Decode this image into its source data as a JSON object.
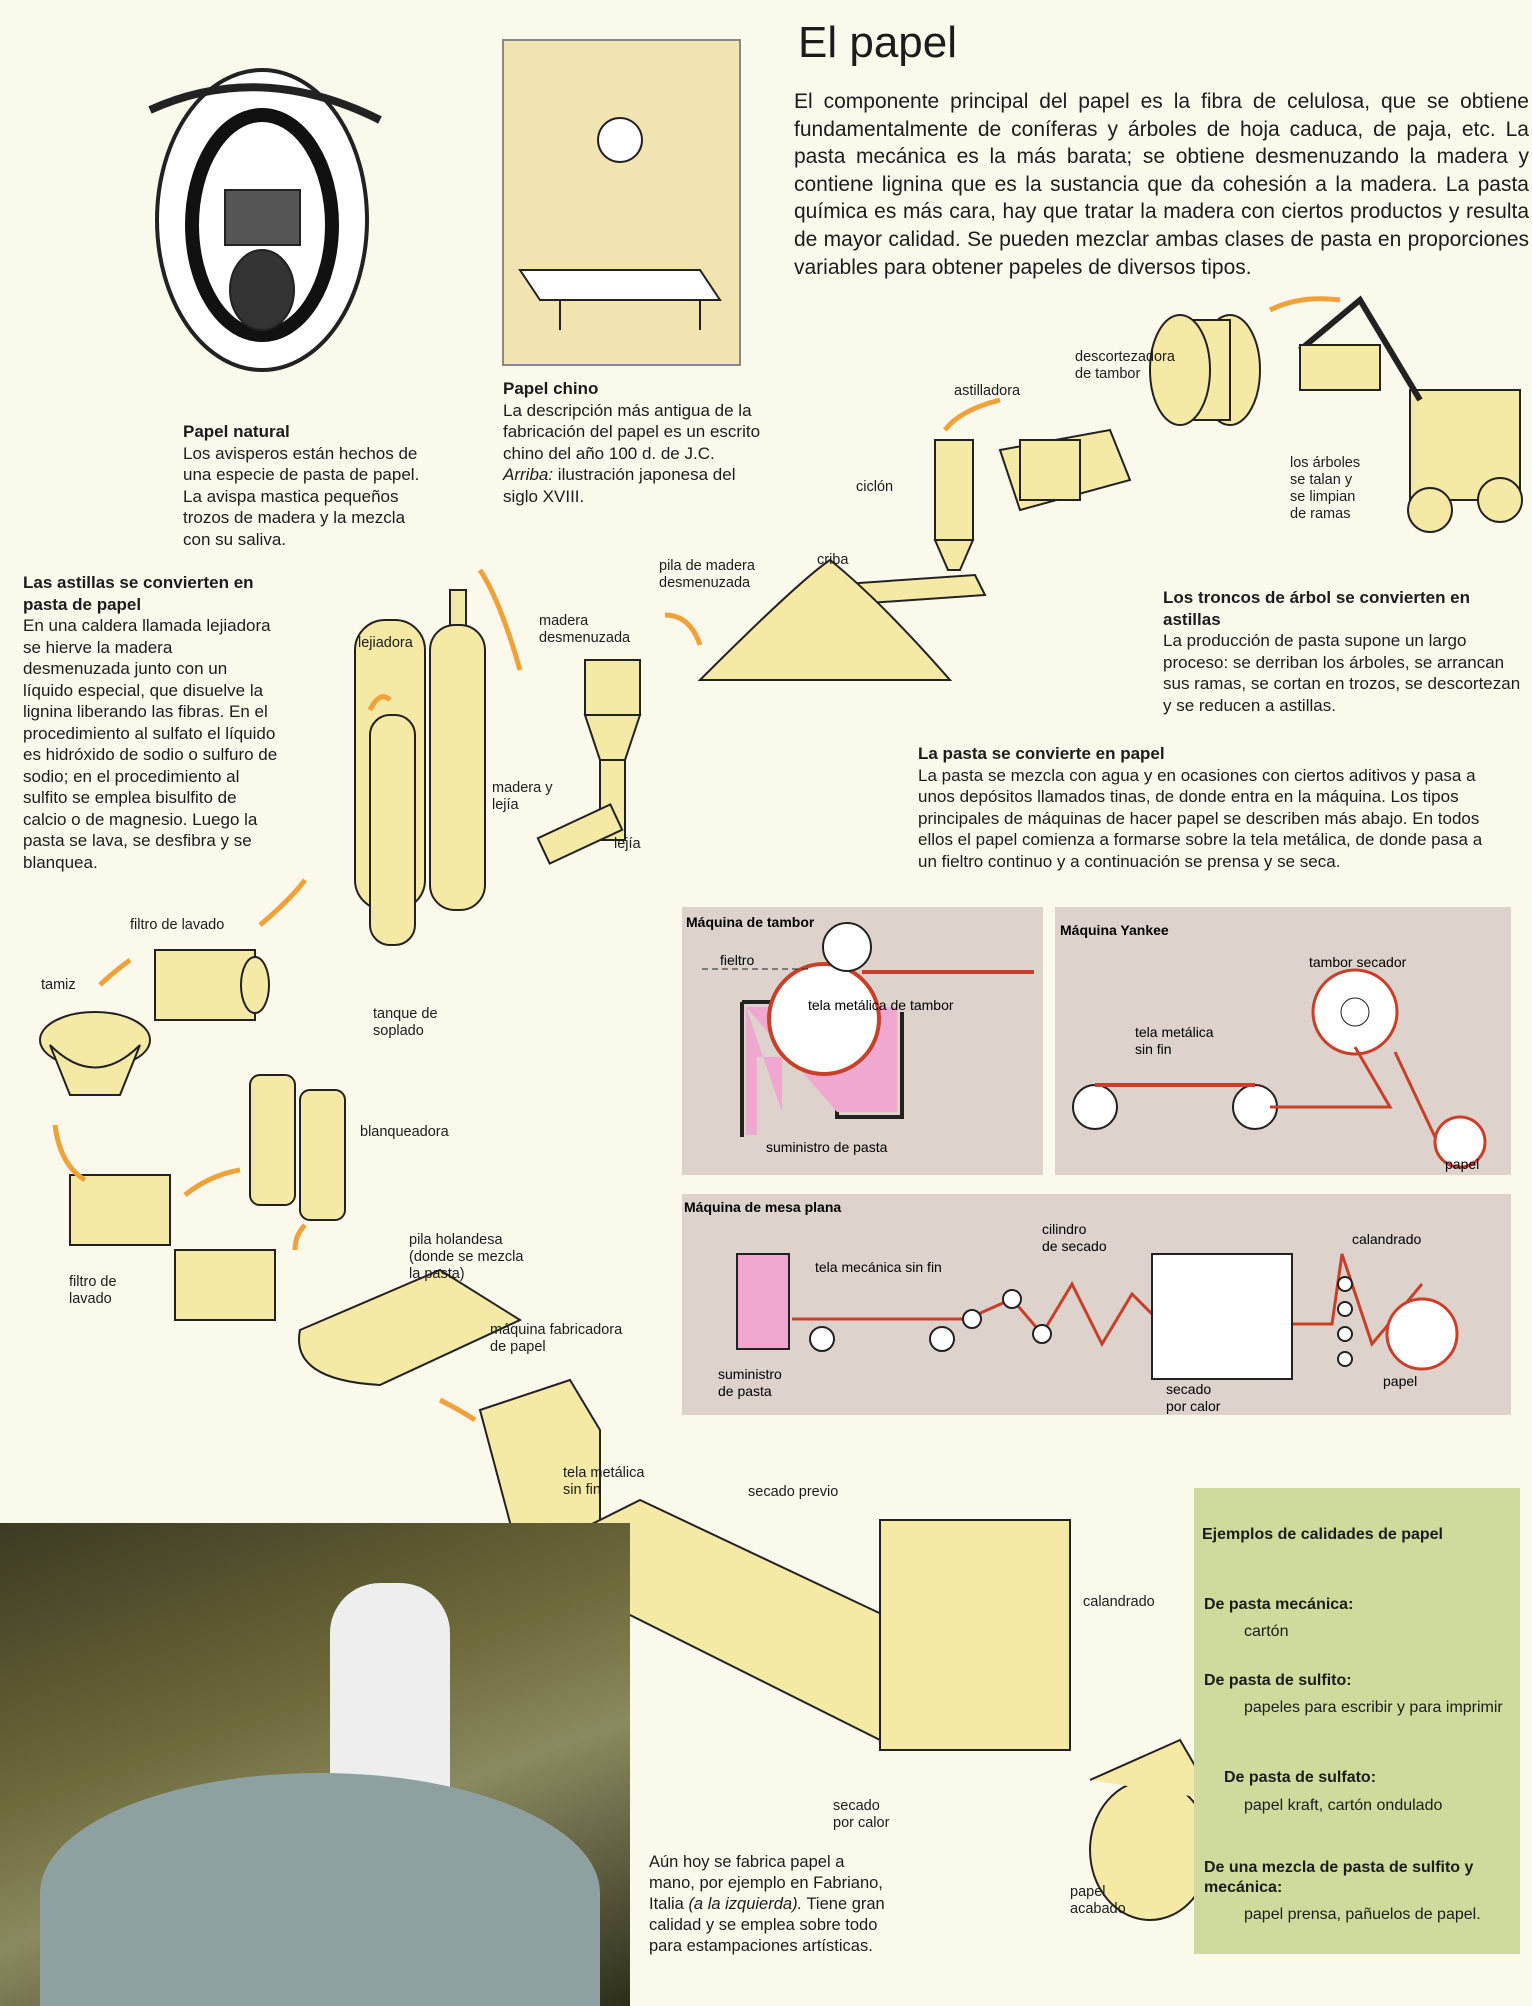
{
  "page": {
    "title": "El papel",
    "intro": "El componente principal del papel es la fibra de celulosa, que se obtiene fundamentalmente de coníferas y árboles de hoja caduca, de paja, etc. La pasta mecánica es la más barata; se obtiene desmenuzando la madera y contiene lignina que es la sustancia que da cohesión a la madera. La pasta química es más cara, hay que tratar la madera con ciertos productos y resulta de mayor calidad. Se pueden mezclar ambas clases de pasta en proporciones variables para obtener papeles de diversos tipos."
  },
  "captions": {
    "natural": {
      "heading": "Papel natural",
      "body": "Los avisperos están hechos de una especie de pasta de papel. La avispa mastica pequeños trozos de madera y la mezcla con su saliva."
    },
    "chino": {
      "heading": "Papel chino",
      "body_pre": "La descripción más antigua de la fabricación del papel es un escrito chino del año 100 d. de J.C. ",
      "body_em": "Arriba:",
      "body_post": " ilustración japonesa del siglo XVIII."
    },
    "astillas": {
      "heading": "Las astillas se convierten en pasta de papel",
      "body": "En una caldera llamada lejiadora se hierve la madera desmenuzada junto con un líquido especial, que disuelve la lignina liberando las fibras. En el procedimiento al sulfato el líquido es hidróxido de sodio o sulfuro de sodio; en el procedimiento al sulfito se emplea bisulfito de calcio o de magnesio. Luego la pasta se lava, se desfibra y se blanquea."
    },
    "troncos": {
      "heading": "Los troncos de árbol se convierten en astillas",
      "body": "La producción de pasta supone un largo proceso: se derriban los árboles, se arrancan sus ramas, se cortan en trozos, se descortezan y se reducen a astillas."
    },
    "pasta_papel": {
      "heading": "La pasta se convierte en papel",
      "body": "La pasta se mezcla con agua y en ocasiones con ciertos aditivos y pasa a unos depósitos llamados tinas, de donde entra en la máquina. Los tipos principales de máquinas de hacer papel se describen más abajo. En todos ellos el papel comienza a formarse sobre la tela metálica, de donde pasa a un fieltro continuo y a continuación se prensa y se seca."
    },
    "fabriano": {
      "pre": "Aún hoy se fabrica papel a mano, por ejemplo en Fabriano, Italia ",
      "em": "(a la izquierda).",
      "post": " Tiene gran calidad y se emplea sobre todo para estampaciones artísticas."
    }
  },
  "labels": {
    "descortezadora": "descortezadora\nde tambor",
    "astilladora": "astilladora",
    "ciclon": "ciclón",
    "arboles": "los árboles\nse talan y\nse limpian\nde ramas",
    "criba": "criba",
    "pila_madera": "pila de madera\ndesmenuzada",
    "madera_desmenuzada": "madera\ndesmenuzada",
    "lejiadora": "lejiadora",
    "madera_lejia": "madera y\nlejía",
    "lejia": "lejía",
    "filtro1": "filtro de lavado",
    "tamiz": "tamiz",
    "tanque": "tanque de\nsoplado",
    "blanqueadora": "blanqueadora",
    "filtro2": "filtro de\nlavado",
    "pila_holandesa": "pila holandesa\n(donde se mezcla\nla pasta)",
    "maquina_fab": "máquina fabricadora\nde papel",
    "tela_sin_fin": "tela metálica\nsin fin",
    "secado_previo": "secado previo",
    "calandrado": "calandrado",
    "secado_calor": "secado\npor calor",
    "papel_acabado": "papel\nacabado"
  },
  "panels": {
    "tambor": {
      "title": "Máquina de tambor",
      "fieltro": "fieltro",
      "tela": "tela metálica de tambor",
      "suministro": "suministro de pasta"
    },
    "yankee": {
      "title": "Máquina Yankee",
      "tambor": "tambor secador",
      "tela": "tela metálica\nsin fin",
      "papel": "papel"
    },
    "mesa": {
      "title": "Máquina de mesa plana",
      "tela": "tela mecánica sin fin",
      "cilindro": "cilindro\nde secado",
      "calandrado": "calandrado",
      "suministro": "suministro\nde pasta",
      "secado": "secado\npor calor",
      "papel": "papel"
    }
  },
  "examples": {
    "title": "Ejemplos de calidades de papel",
    "items": [
      {
        "type": "De pasta mecánica:",
        "value": "cartón"
      },
      {
        "type": "De pasta de sulfito:",
        "value": "papeles para escribir y para imprimir"
      },
      {
        "type": "De pasta de sulfato:",
        "value": "papel kraft, cartón ondulado"
      },
      {
        "type": "De una mezcla de pasta de sulfito y mecánica:",
        "value": "papel prensa, pañuelos de papel."
      }
    ]
  },
  "colors": {
    "illustration": "#f5e9a6",
    "arrow": "#f0a23a",
    "panel": "#ddd3cc",
    "pulp": "#f0a8d0",
    "paper_line": "#c8402a",
    "box": "#cfdb9c"
  }
}
